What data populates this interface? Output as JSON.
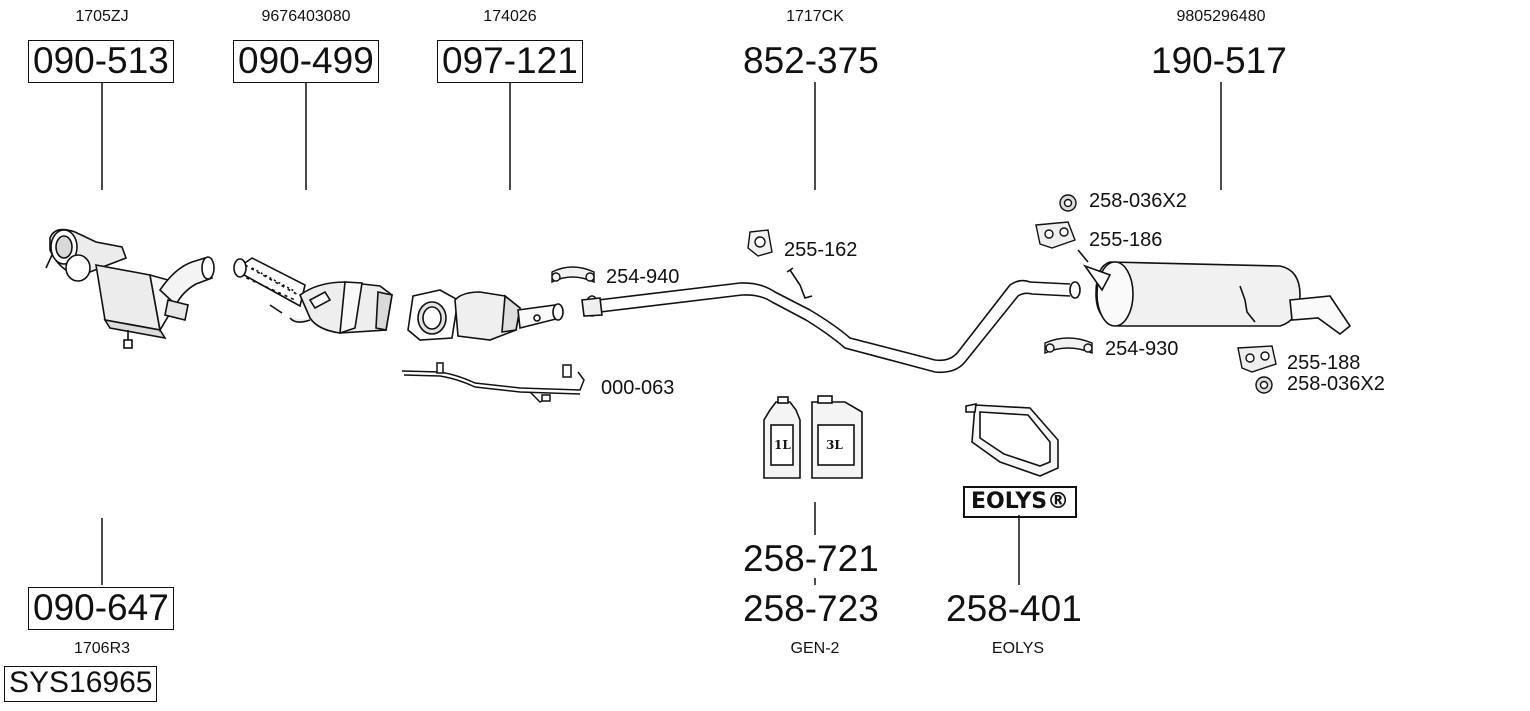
{
  "title": "",
  "top_parts": [
    {
      "ref": "1705ZJ",
      "part": "090-513"
    },
    {
      "ref": "9676403080",
      "part": "090-499"
    },
    {
      "ref": "174026",
      "part": "097-121"
    },
    {
      "ref": "1717CK",
      "part": "852-375"
    },
    {
      "ref": "9805296480",
      "part": "190-517"
    }
  ],
  "bottom_left": {
    "part": "090-647",
    "ref": "1706R3",
    "system": "SYS16965"
  },
  "fluids": {
    "part_1": "258-721",
    "part_2": "258-723",
    "note": "GEN-2",
    "can_small": "1L",
    "can_large": "3L"
  },
  "eolys": {
    "part": "258-401",
    "note": "EOLYS",
    "badge": "EOLYS®"
  },
  "small_parts": {
    "clamp_front": "254-940",
    "hanger_mid": "255-162",
    "sensor": "000-063",
    "nut_top": "258-036X2",
    "hanger_top": "255-186",
    "clamp_rear": "254-930",
    "hanger_rear": "255-188",
    "nut_rear": "258-036X2"
  }
}
